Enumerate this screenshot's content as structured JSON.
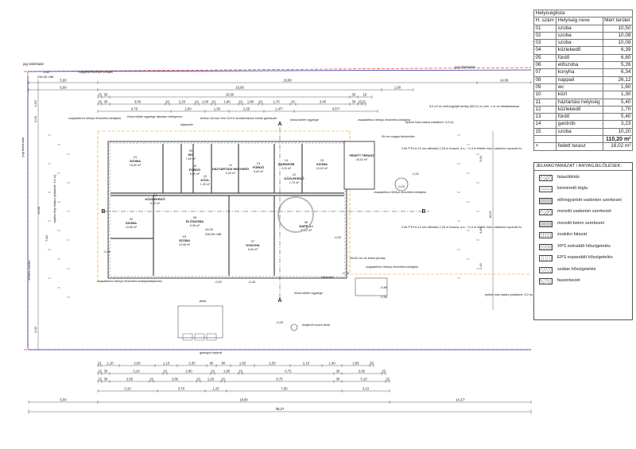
{
  "table": {
    "caption": "Helyiséglista",
    "header": [
      "H. szám",
      "Helyiség neve",
      "Mért terület"
    ],
    "rows": [
      [
        "01",
        "szoba",
        "10,50"
      ],
      [
        "02",
        "szoba",
        "10,08"
      ],
      [
        "03",
        "szoba",
        "10,08"
      ],
      [
        "04",
        "közlekedő",
        "6,39"
      ],
      [
        "05",
        "fürdő",
        "6,60"
      ],
      [
        "06",
        "előszoba",
        "5,26"
      ],
      [
        "07",
        "konyha",
        "6,34"
      ],
      [
        "08",
        "nappali",
        "26,12"
      ],
      [
        "09",
        "wc",
        "1,60"
      ],
      [
        "10",
        "közl",
        "1,30"
      ],
      [
        "11",
        "háztartási helyiség",
        "5,40"
      ],
      [
        "12",
        "közlekedő",
        "1,70"
      ],
      [
        "13",
        "fürdő",
        "5,40"
      ],
      [
        "14",
        "gardrób",
        "3,23"
      ],
      [
        "15",
        "szoba",
        "10,20"
      ]
    ],
    "total": "110,20 m²",
    "extra": [
      "+",
      "fedett terasz",
      "16,02 m²"
    ]
  },
  "legend": {
    "title": "JELMAGYARÁZAT / ANYAGJELÖLÉSEK:",
    "items": [
      {
        "label": "falazóblokk",
        "style": "hatch"
      },
      {
        "label": "kisméretű tégla",
        "style": "brick"
      },
      {
        "label": "előregyártott vasbeton szerkezet",
        "style": "grey"
      },
      {
        "label": "monolit vasbeton szerkezet",
        "style": "hatch"
      },
      {
        "label": "monolit beton szerkezet",
        "style": "grey"
      },
      {
        "label": "zsaluko falazat",
        "style": "dot"
      },
      {
        "label": "XPS extrudált hőszigetelés",
        "style": "cross"
      },
      {
        "label": "EPS expandált hőszigetelés",
        "style": "check"
      },
      {
        "label": "szálas hőszigetelés",
        "style": "zig"
      },
      {
        "label": "faszerkezet",
        "style": "wood"
      }
    ]
  },
  "plan": {
    "top_left_note": "jogi telekhatár",
    "top_right_note": "jogi telekhatár",
    "level_mark": "-0,87",
    "level_mbf": "236,06 mBf",
    "fence_top": "meglévő kerítés vonala",
    "fence_left": "kerítés vonala",
    "left_boundary": "jogi telekhatár",
    "top_dims_1": [
      "5,00",
      "18,80",
      "14,09"
    ],
    "top_dims_2": [
      "5,00",
      "16,90",
      "1,90"
    ],
    "top_dims_3": [
      "15",
      "30",
      "16,00",
      "30",
      "15",
      "2,10"
    ],
    "top_dims_4": [
      "15",
      "30",
      "3,50",
      "10",
      "2,20",
      "10",
      "1,00",
      "10",
      "1,80",
      "10",
      "1,80",
      "10",
      "1,70",
      "10",
      "3,40",
      "30",
      "15",
      "15"
    ],
    "top_dims_5": [
      "4,70",
      "2,00",
      "1,50",
      "2,35",
      "1,47²",
      "4,57³"
    ],
    "bottom_dims_1": [
      "15",
      "1,10",
      "2,00",
      "1,10",
      "2,30",
      "60",
      "90",
      "1,55",
      "2,30",
      "2,10",
      "1,40",
      "2,95",
      "30"
    ],
    "bottom_dims_2": [
      "15",
      "30",
      "3,10",
      "10",
      "2,80",
      "10",
      "1,95",
      "15",
      "6,75",
      "30",
      "2,80",
      "15"
    ],
    "bottom_dims_3": [
      "15",
      "30",
      "2,65",
      "15",
      "2,80",
      "10",
      "1,25",
      "10",
      "6,75",
      "30",
      "3,10",
      "15"
    ],
    "bottom_dims_4": [
      "3,10",
      "3,70",
      "1,25",
      "7,65",
      "3,10"
    ],
    "bottom_dims_5": [
      "5,00",
      "18,80",
      "14,27²"
    ],
    "bottom_total": "38,27",
    "left_dims": [
      "4,61¹",
      "5,00",
      "7,80",
      "12,80",
      "5,00"
    ],
    "right_dims": [
      "18,51",
      "3,90",
      "4,80",
      "2,45"
    ],
    "rooms": [
      {
        "num": "01",
        "name": "SZOBA",
        "area": "10,50 m²"
      },
      {
        "num": "02",
        "name": "SZOBA",
        "area": "10,08 m²"
      },
      {
        "num": "03",
        "name": "SZOBA",
        "area": "10,08 m²"
      },
      {
        "num": "04",
        "name": "KÖZLEKEDŐ",
        "area": "6,39 m²"
      },
      {
        "num": "05",
        "name": "FÜRDŐ",
        "area": "6,60 m²"
      },
      {
        "num": "06",
        "name": "ELŐSZOBA",
        "area": "5,26 m²"
      },
      {
        "num": "07",
        "name": "KONYHA",
        "area": "6,34 m²"
      },
      {
        "num": "08",
        "name": "NAPPALI",
        "area": "26,12 m²"
      },
      {
        "num": "09",
        "name": "WC",
        "area": "1,60 m²"
      },
      {
        "num": "10",
        "name": "KÖZL",
        "area": "1,30 m²"
      },
      {
        "num": "11",
        "name": "HÁZTARTÁSI HELYISÉG",
        "area": "5,40 m²"
      },
      {
        "num": "12",
        "name": "KÖZLEKEDŐ",
        "area": "1,70 m²"
      },
      {
        "num": "13",
        "name": "FÜRDŐ",
        "area": "5,40 m²"
      },
      {
        "num": "14",
        "name": "GARDRÓB",
        "area": "3,23 m²"
      },
      {
        "num": "15",
        "name": "SZOBA",
        "area": "10,20 m²"
      }
    ],
    "terrace": {
      "name": "FEDETT TERASZ",
      "area": "16,02 m²"
    },
    "notes": {
      "gutter_1": "csapadékvíz lefolyó elvezetés tartályba",
      "klima_1": "klíma kültéri egysége takartan elhelyezve",
      "boiler": "Ariston Genus One 24 EU kondenzációs kombi gázkazán",
      "klima_2": "klíma kültéri egysége",
      "gutter_2": "csapadékvíz lefolyó elvezetés tartályba",
      "tank": "5,0 m³-es esővízgyűjtő tartály (Ø2,31 m) min. 1 m-es földtakarással",
      "build_line_1": "építési hely határa (oldalkert: 4,0 m)",
      "fence_95": "95 cm magas fémkerítés",
      "pth_1": "3 db PTH A-10 nex áthidaló 2,25 m hosszú, a.s.: +2,4 m felette mon. vasbeton nyomott öv",
      "pth_2": "3 db PTH A-10 nex áthidaló 2,25 m hosszú, a.s.: +2,4 m felette mon. vasbeton nyomott öv",
      "gutter_3": "csapadékvíz lefolyó elvezetés tartályba",
      "gutter_4": "csapadékvíz lefolyó elvezetés tartályba",
      "gutter_5": "csapadékvíz lefolyó elvezetés tartályba",
      "build_left": "építési hely határa (oldalkert: 5,0 m)",
      "build_right": "építési hely határa (oldalkert: 5,0 m)",
      "slab": "30x30 cm-es beton járólap",
      "klima_3": "klíma kültéri egysége",
      "water": "meglévő vízóra akna",
      "gas": "gyalogos bejárat",
      "path": "járda"
    },
    "levels": [
      "±0,00",
      "236,90 mBf",
      "-0,15",
      "-0,45",
      "-0,02",
      "-0,85",
      "-0,90",
      "-0,20",
      "-0,02",
      "-0,45",
      "-2,01",
      "-0,76"
    ],
    "section_marks": [
      "A",
      "A",
      "B",
      "B"
    ],
    "talkontur": "talpkontúr"
  }
}
